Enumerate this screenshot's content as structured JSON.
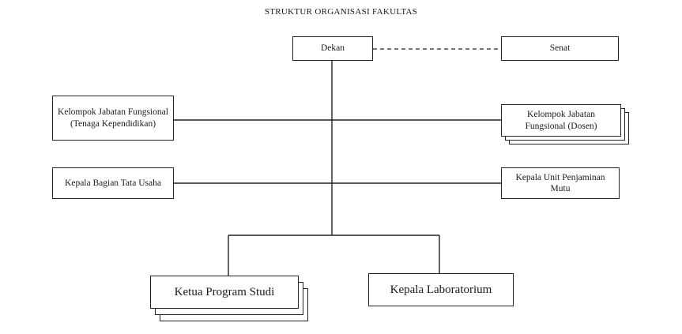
{
  "title": "STRUKTUR ORGANISASI FAKULTAS",
  "nodes": {
    "dekan": "Dekan",
    "senat": "Senat",
    "kjf_tendik": "Kelompok Jabatan Fungsional (Tenaga Kependidikan)",
    "kjf_dosen": "Kelompok Jabatan Fungsional (Dosen)",
    "kabag_tu": "Kepala Bagian Tata Usaha",
    "kepala_upm": "Kepala Unit Penjaminan Mutu",
    "kaprodi": "Ketua Program Studi",
    "kalab": "Kepala Laboratorium"
  }
}
